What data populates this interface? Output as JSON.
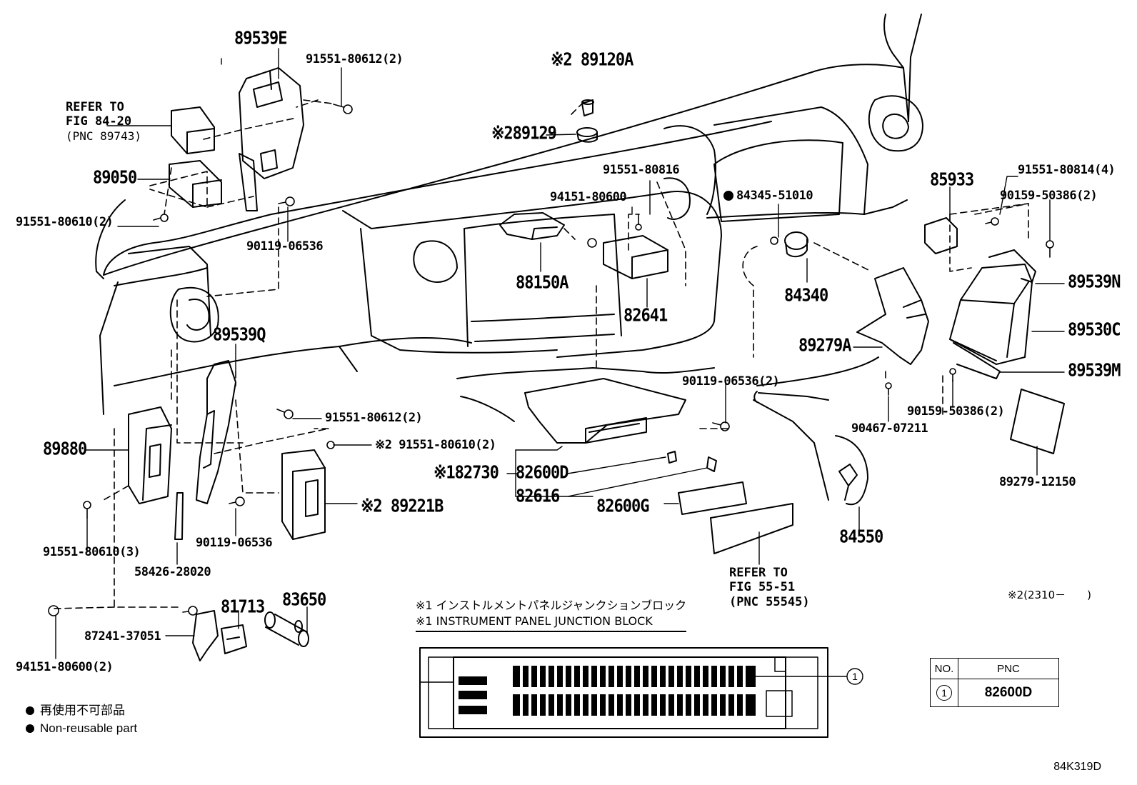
{
  "figure_code": "84K319D",
  "note_range": "※2(2310－　　)",
  "legend": {
    "japanese": "再使用不可部品",
    "english": "Non-reusable part"
  },
  "junction_block": {
    "title_jp": "※1 インストルメントパネルジャンクションブロック",
    "title_en": "※1 INSTRUMENT PANEL JUNCTION BLOCK",
    "callout": "1"
  },
  "pnc_table": {
    "col_no": "NO.",
    "col_pnc": "PNC",
    "row_no": "1",
    "row_pnc": "82600D"
  },
  "refs": {
    "ref1_line1": "REFER TO",
    "ref1_line2": "FIG 84-20",
    "ref1_line3": "(PNC 89743)",
    "ref2_line1": "REFER TO",
    "ref2_line2": "FIG 55-51",
    "ref2_line3": "(PNC 55545)"
  },
  "labels": {
    "p89539E": "89539E",
    "p91551_80612_2_top": "91551-80612(2)",
    "p89120A": "※2 89120A",
    "p89129": "※289129",
    "p89050": "89050",
    "p91551_80610_2_left": "91551-80610(2)",
    "p90119_06536_top": "90119-06536",
    "p91551_80816": "91551-80816",
    "p94151_80600": "94151-80600",
    "p84345_51010": "84345-51010",
    "p85933": "85933",
    "p91551_80814_4": "91551-80814(4)",
    "p90159_50386_2_top": "90159-50386(2)",
    "p88150A": "88150A",
    "p82641": "82641",
    "p84340": "84340",
    "p89539N": "89539N",
    "p89530C": "89530C",
    "p89279A": "89279A",
    "p89539M": "89539M",
    "p89539Q": "89539Q",
    "p91551_80612_2_mid": "91551-80612(2)",
    "p90119_06536_2": "90119-06536(2)",
    "p90467_07211": "90467-07211",
    "p90159_50386_2_bot": "90159-50386(2)",
    "p89880": "89880",
    "p91551_80610_2_mid": "※2 91551-80610(2)",
    "p82730": "※182730",
    "p82600D": "82600D",
    "p82616": "82616",
    "p82600G": "82600G",
    "p89221B": "※2 89221B",
    "p89279_12150": "89279-12150",
    "p84550": "84550",
    "p91551_80610_3": "91551-80610(3)",
    "p90119_06536_bot": "90119-06536",
    "p58426_28020": "58426-28020",
    "p81713": "81713",
    "p83650": "83650",
    "p87241_37051": "87241-37051",
    "p94151_80600_2": "94151-80600(2)"
  }
}
